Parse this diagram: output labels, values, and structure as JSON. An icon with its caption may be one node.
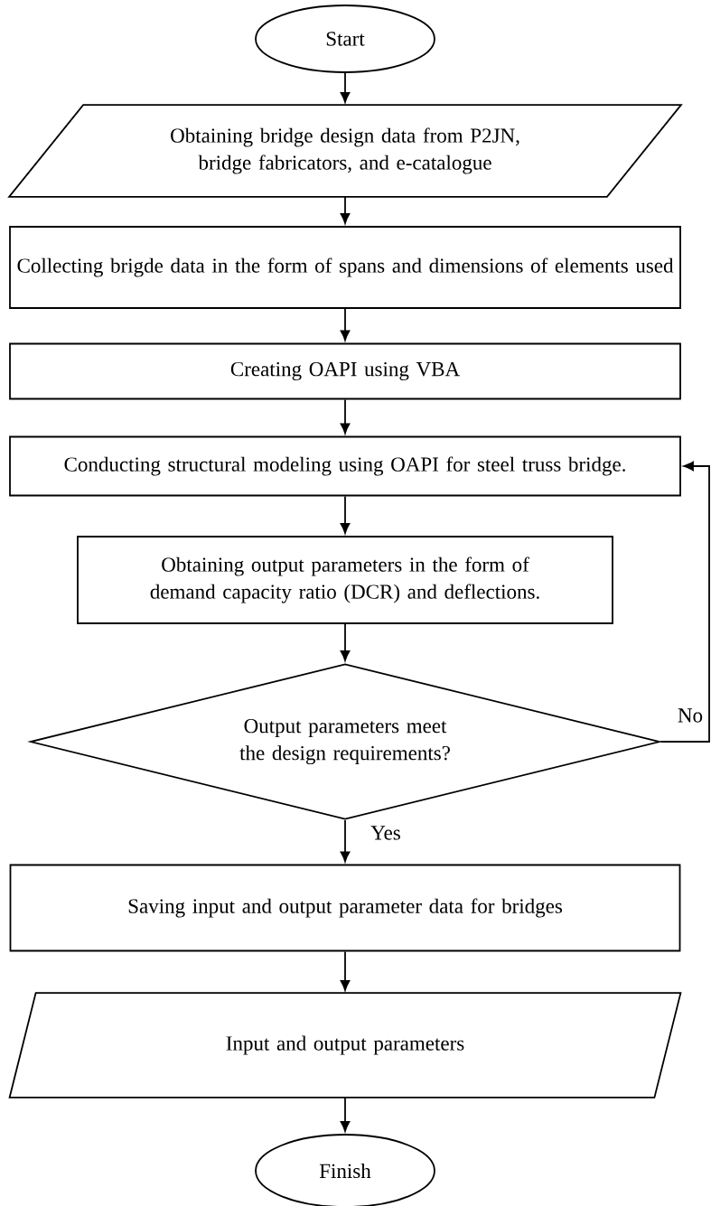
{
  "diagram": {
    "nodes": [
      {
        "text": [
          "Start"
        ]
      },
      {
        "text": [
          "Obtaining bridge design data from P2JN,  bridge fabricators, and e-catalogue"
        ]
      },
      {
        "text": [
          "Collecting brigde data in the form of spans and dimensions of elements used"
        ]
      },
      {
        "text": [
          "Creating OAPI using VBA"
        ]
      },
      {
        "text": [
          "Conducting structural modeling using OAPI for steel truss bridge."
        ]
      },
      {
        "text": [
          "Obtaining output parameters in the form of demand capacity ratio (DCR) and deflections."
        ]
      },
      {
        "text": [
          "Output parameters meet the design requirements?"
        ]
      },
      {
        "text": [
          "Saving input and output parameter data for bridges"
        ]
      },
      {
        "text": [
          "Input and output parameters"
        ]
      },
      {
        "text": [
          "Finish"
        ]
      }
    ],
    "edges": [
      {
        "from": 0,
        "to": 1,
        "arrow": "to"
      },
      {
        "from": 1,
        "to": 2,
        "arrow": "to"
      },
      {
        "from": 2,
        "to": 3,
        "arrow": "to"
      },
      {
        "from": 3,
        "to": 4,
        "arrow": "to"
      },
      {
        "from": 4,
        "to": 5,
        "arrow": "to"
      },
      {
        "from": 5,
        "to": 6,
        "arrow": "to"
      },
      {
        "from": 6,
        "to": 7,
        "arrow": "to",
        "label": "Yes"
      },
      {
        "from": 7,
        "to": 8,
        "arrow": "to"
      },
      {
        "from": 8,
        "to": 9,
        "arrow": "to"
      },
      {
        "from": 6,
        "to": 4,
        "arrow": "to",
        "label": "No"
      }
    ]
  }
}
